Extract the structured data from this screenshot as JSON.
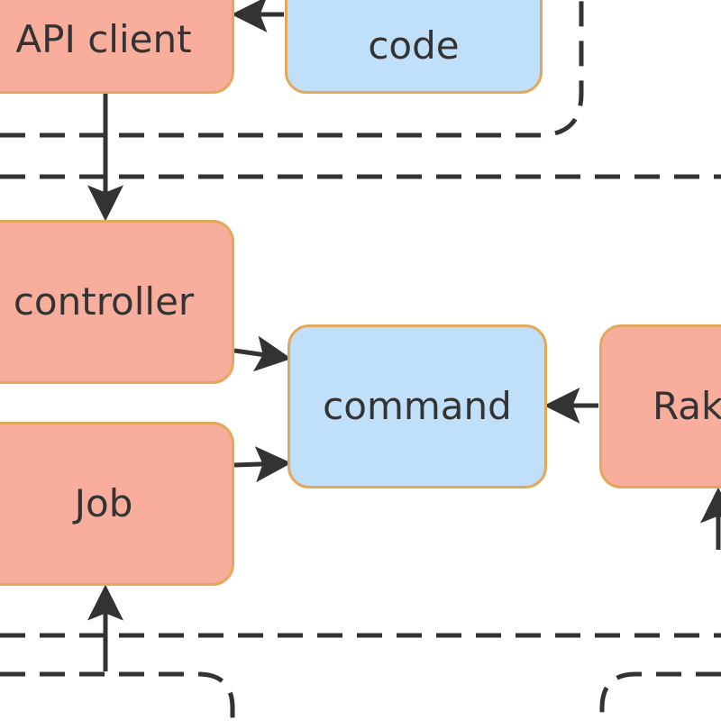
{
  "colors": {
    "red_fill": "#f8ad9d",
    "blue_fill": "#bfe0f8",
    "node_border": "#e3a85c",
    "edge": "#333333",
    "text": "#333333"
  },
  "nodes": {
    "api_client": {
      "label": "API client"
    },
    "app_code": {
      "label": "code"
    },
    "controller": {
      "label": "controller"
    },
    "command": {
      "label": "command"
    },
    "job": {
      "label": "Job"
    },
    "rake": {
      "label": "Rak"
    }
  }
}
